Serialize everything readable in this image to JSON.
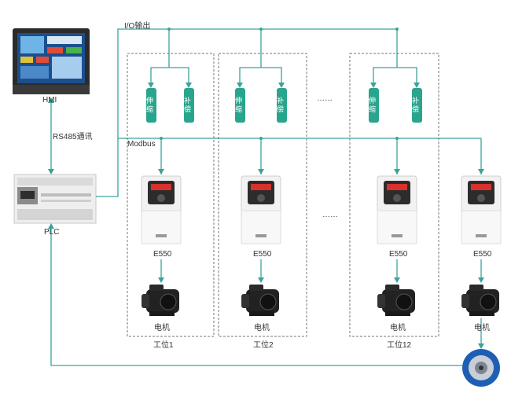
{
  "labels": {
    "io_output": "I/O输出",
    "hmi": "HMI",
    "rs485": "RS485通讯",
    "modbus": "Modbus",
    "plc": "PLC",
    "ellipsis": "……"
  },
  "stations": [
    {
      "btn_left": "伸缩",
      "btn_right": "补偿",
      "drive": "E550",
      "motor": "电机",
      "station": "工位1"
    },
    {
      "btn_left": "伸缩",
      "btn_right": "补偿",
      "drive": "E550",
      "motor": "电机",
      "station": "工位2"
    },
    {
      "btn_left": "伸缩",
      "btn_right": "补偿",
      "drive": "E550",
      "motor": "电机",
      "station": "工位12"
    },
    {
      "btn_left": "",
      "btn_right": "",
      "drive": "E550",
      "motor": "电机",
      "station": ""
    }
  ],
  "colors": {
    "line": "#3aa39a",
    "button": "#2aa58d",
    "dashed_box": "#777777"
  }
}
